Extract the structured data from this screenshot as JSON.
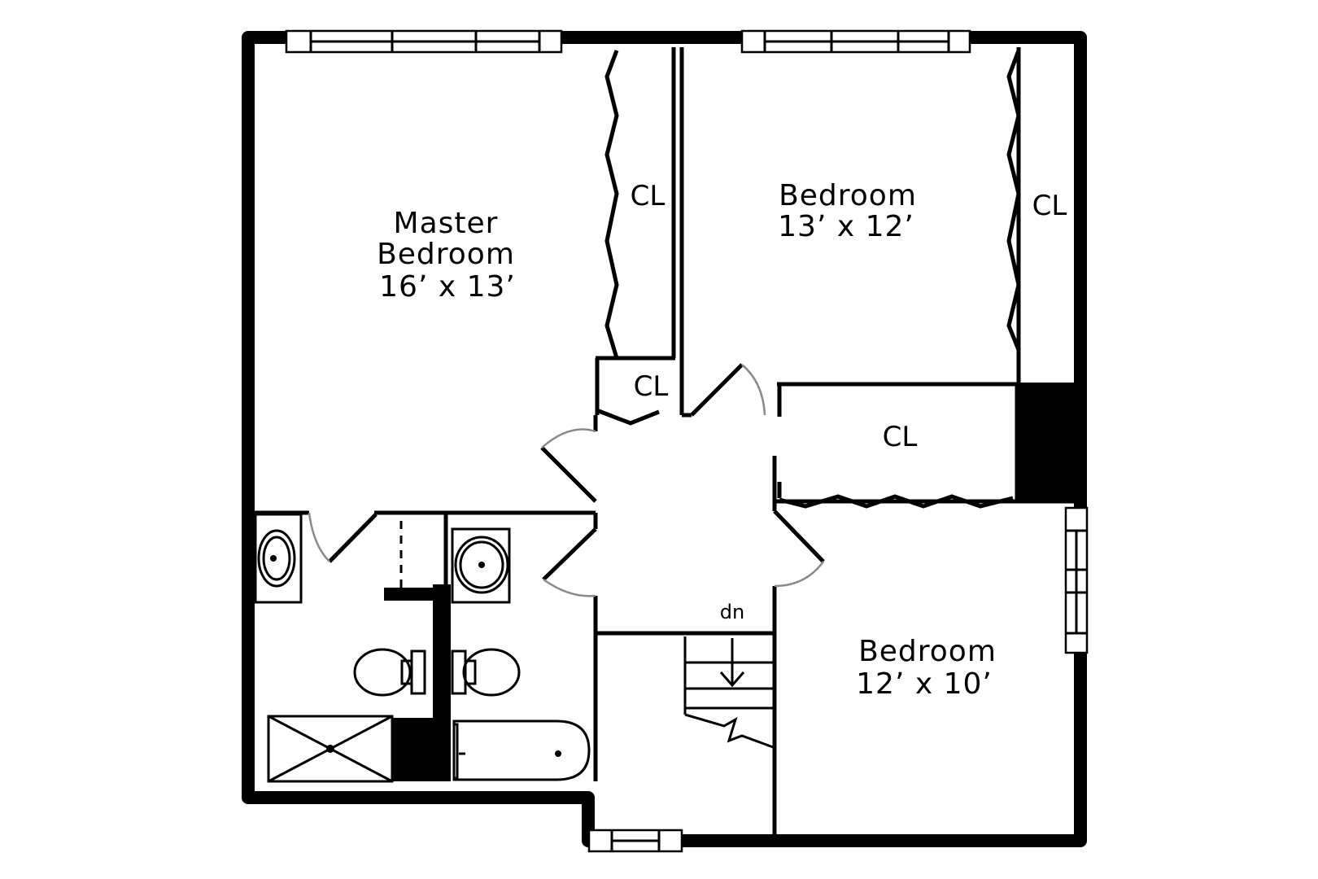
{
  "rooms": {
    "master": {
      "name_line1": "Master",
      "name_line2": "Bedroom",
      "size": "16’ x 13’"
    },
    "bedroom2": {
      "name": "Bedroom",
      "size": "13’ x 12’"
    },
    "bedroom3": {
      "name": "Bedroom",
      "size": "12’ x 10’"
    }
  },
  "closets": {
    "master_closet": "CL",
    "hall_closet_small": "CL",
    "bedroom2_closet": "CL",
    "hall_closet_large": "CL"
  },
  "stairs": {
    "direction_label": "dn"
  }
}
